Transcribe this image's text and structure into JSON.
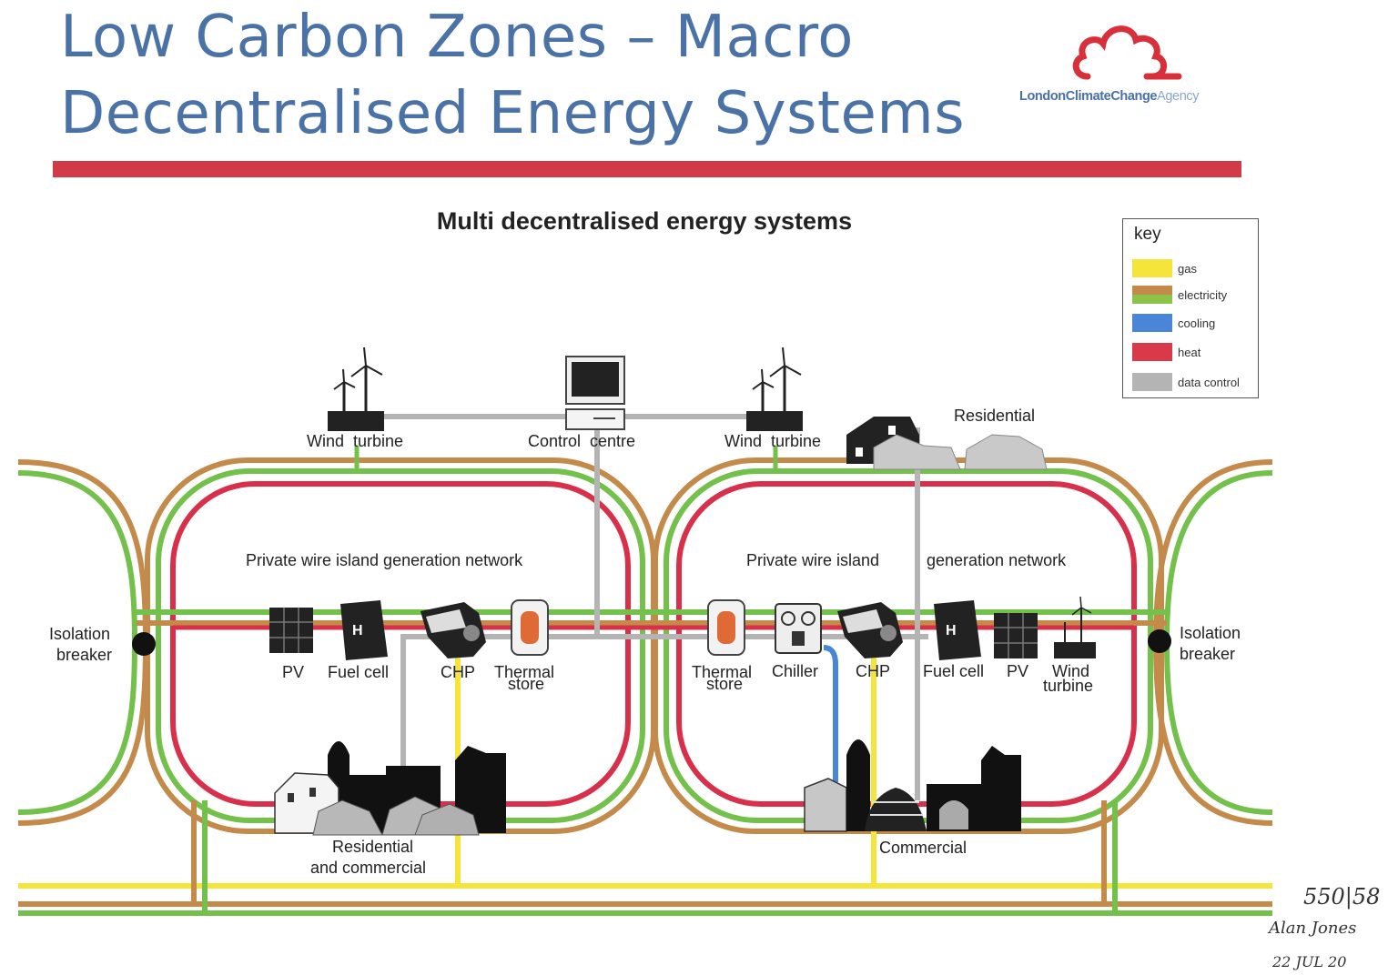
{
  "header": {
    "title_line1": "Low Carbon Zones – Macro",
    "title_line2": "Decentralised Energy Systems",
    "logo": {
      "part1": "London",
      "part2": "ClimateChange",
      "part3": "Agency"
    }
  },
  "diagram": {
    "title": "Multi decentralised energy systems",
    "labels": {
      "wind_turbine_left": "Wind  turbine",
      "control_centre": "Control  centre",
      "wind_turbine_mid": "Wind  turbine",
      "residential_top": "Residential",
      "network_left": "Private wire island generation network",
      "network_right_a": "Private wire island",
      "network_right_b": "generation network",
      "isolation_left_1": "Isolation",
      "isolation_left_2": "breaker",
      "isolation_right_1": "Isolation",
      "isolation_right_2": "breaker",
      "pv_left": "PV",
      "fuel_cell_left": "Fuel cell",
      "chp_left": "CHP",
      "thermal_left_1": "Thermal",
      "thermal_left_2": "store",
      "thermal_right_1": "Thermal",
      "thermal_right_2": "store",
      "chiller": "Chiller",
      "chp_right": "CHP",
      "fuel_cell_right": "Fuel cell",
      "pv_right": "PV",
      "wind_right_1": "Wind",
      "wind_right_2": "turbine",
      "res_comm_1": "Residential",
      "res_comm_2": "and commercial",
      "commercial": "Commercial"
    }
  },
  "key": {
    "title": "key",
    "items": [
      {
        "label": "gas",
        "color": "#f5e43a"
      },
      {
        "label": "electricity",
        "color": "#8cc44a"
      },
      {
        "label": "cooling",
        "color": "#4a86d8"
      },
      {
        "label": "heat",
        "color": "#d93a4a"
      },
      {
        "label": "data control",
        "color": "#b4b4b4"
      }
    ]
  },
  "colors": {
    "gas": "#f5e43a",
    "electricity_green": "#73c04a",
    "electricity_brown": "#c48a4a",
    "cooling": "#4a86d8",
    "heat": "#d8304a",
    "data": "#b4b4b4",
    "title": "#4a72a6",
    "bar": "#d23a48",
    "logo_red": "#d8303a"
  },
  "annotation": {
    "line1": "550|58",
    "line2": "Alan Jones",
    "line3": "22 JUL 20"
  }
}
